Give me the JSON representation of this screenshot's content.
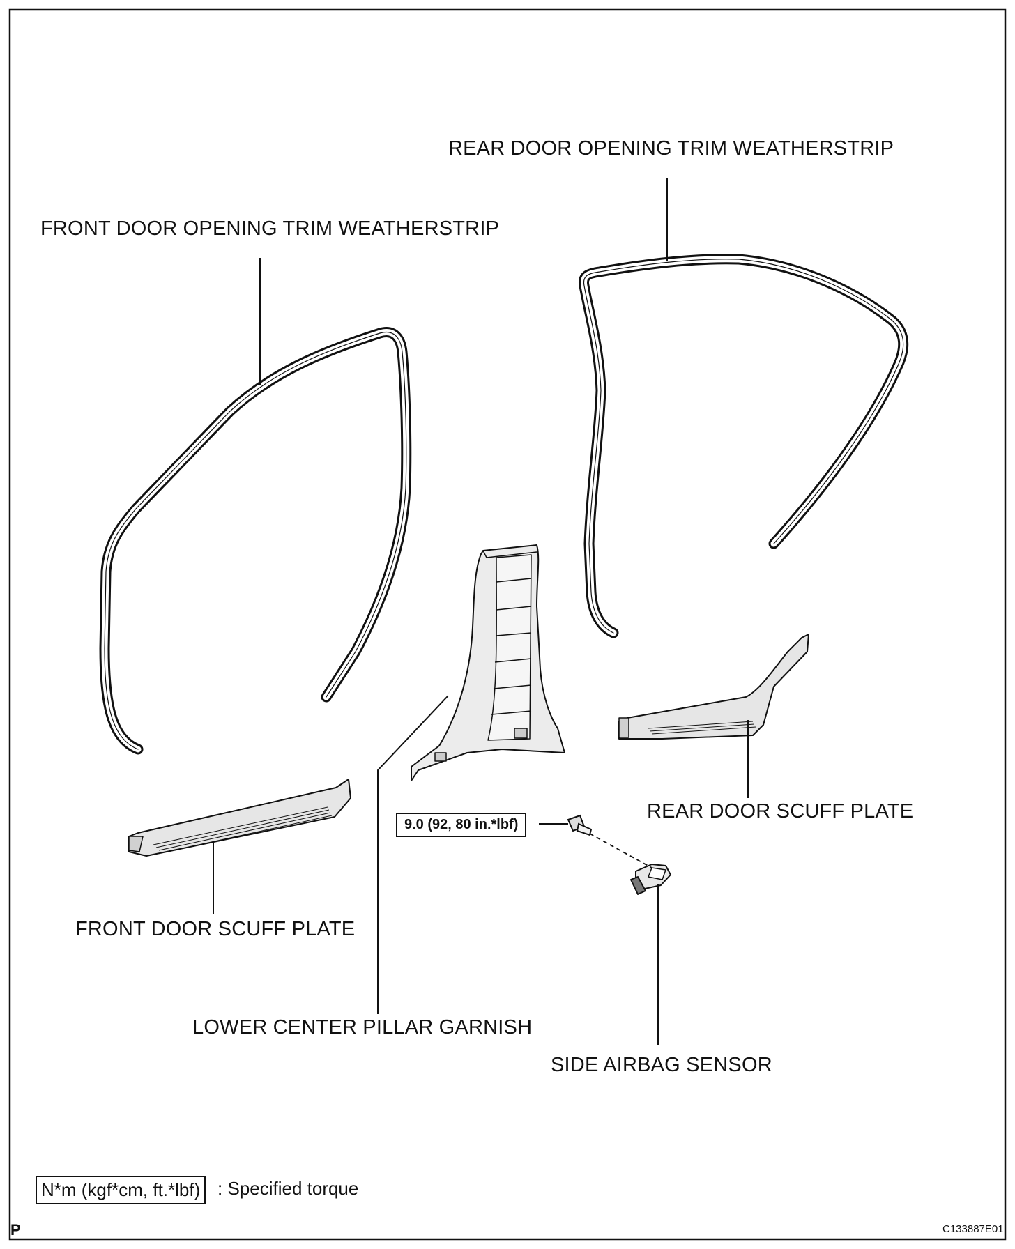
{
  "labels": {
    "rear_door_opening_trim_weatherstrip": "REAR DOOR OPENING TRIM WEATHERSTRIP",
    "front_door_opening_trim_weatherstrip": "FRONT DOOR OPENING TRIM WEATHERSTRIP",
    "rear_door_scuff_plate": "REAR DOOR SCUFF PLATE",
    "front_door_scuff_plate": "FRONT DOOR SCUFF PLATE",
    "lower_center_pillar_garnish": "LOWER CENTER PILLAR GARNISH",
    "side_airbag_sensor": "SIDE AIRBAG SENSOR"
  },
  "torque": {
    "value": "9.0 (92, 80 in.*lbf)"
  },
  "legend": {
    "box_text": "N*m (kgf*cm, ft.*lbf)",
    "description": ": Specified torque"
  },
  "corner_mark": "P",
  "figure_id": "C133887E01"
}
